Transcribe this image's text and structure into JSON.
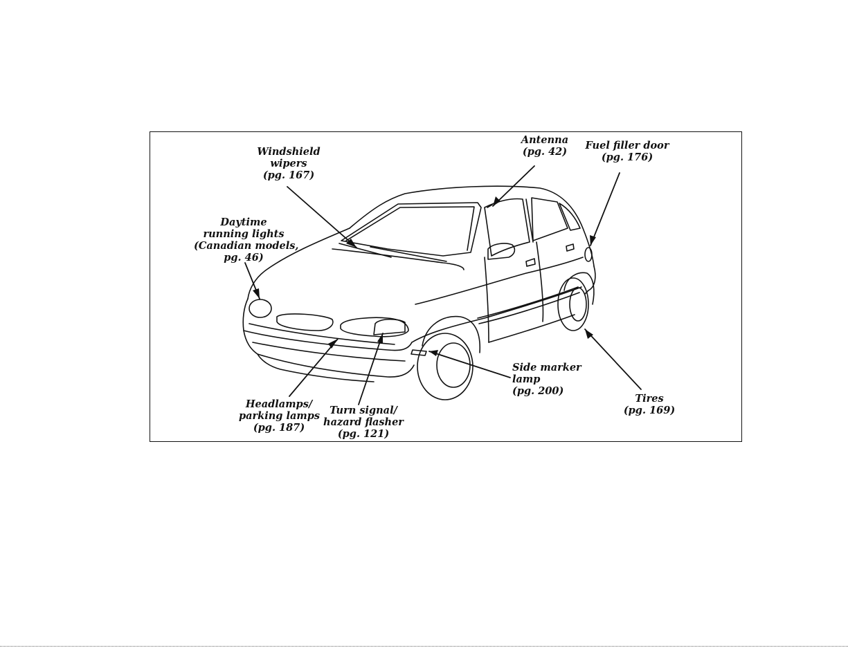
{
  "callouts": {
    "windshield_wipers": {
      "l1": "Windshield",
      "l2": "wipers",
      "l3": "(pg. 167)"
    },
    "antenna": {
      "l1": "Antenna",
      "l2": "(pg. 42)"
    },
    "fuel_filler_door": {
      "l1": "Fuel filler door",
      "l2": "(pg. 176)"
    },
    "daytime_running_lights": {
      "l1": "Daytime",
      "l2": "running lights",
      "l3": "(Canadian models,",
      "l4": "pg. 46)"
    },
    "headlamps": {
      "l1": "Headlamps/",
      "l2": "parking lamps",
      "l3": "(pg. 187)"
    },
    "turn_signal": {
      "l1": "Turn signal/",
      "l2": "hazard flasher",
      "l3": "(pg. 121)"
    },
    "side_marker": {
      "l1": "Side marker",
      "l2": "lamp",
      "l3": "(pg. 200)"
    },
    "tires": {
      "l1": "Tires",
      "l2": "(pg. 169)"
    }
  },
  "colors": {
    "ink": "#111111",
    "background": "#ffffff"
  }
}
